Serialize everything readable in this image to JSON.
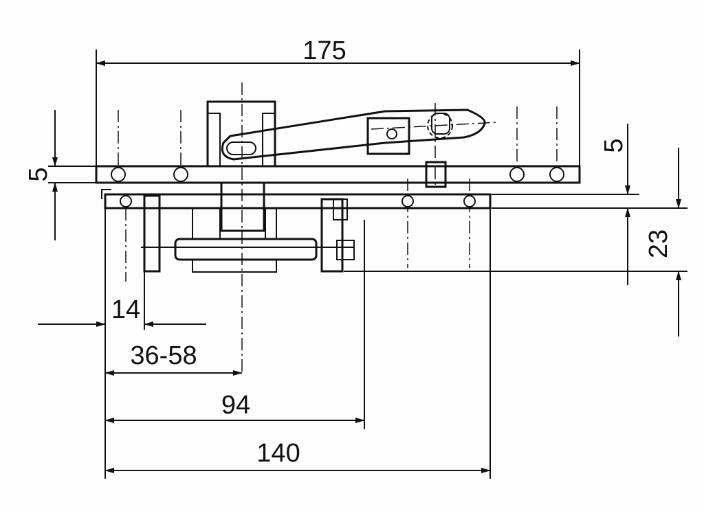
{
  "title": "Door closer mounting dimensions drawing",
  "dimensions": {
    "overall_width": "175",
    "top_plate_thickness": "5",
    "lower_plate_thickness": "5",
    "lower_height": "23",
    "offset_14": "14",
    "range_36_58": "36-58",
    "distance_94": "94",
    "distance_140": "140"
  },
  "colors": {
    "ink": "#111111",
    "paper": "#fdfdfd"
  }
}
